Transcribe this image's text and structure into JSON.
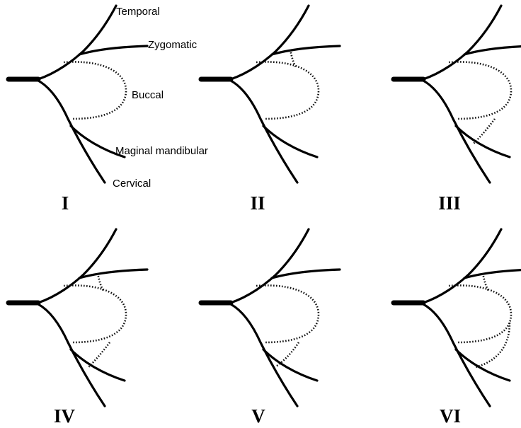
{
  "branch_labels": {
    "temporal": "Temporal",
    "zygomatic": "Zygomatic",
    "buccal": "Buccal",
    "marginal_mandibular": "Maginal mandibular",
    "cervical": "Cervical"
  },
  "panels": [
    {
      "label": "I"
    },
    {
      "label": "II"
    },
    {
      "label": "III"
    },
    {
      "label": "IV"
    },
    {
      "label": "V"
    },
    {
      "label": "VI"
    }
  ]
}
